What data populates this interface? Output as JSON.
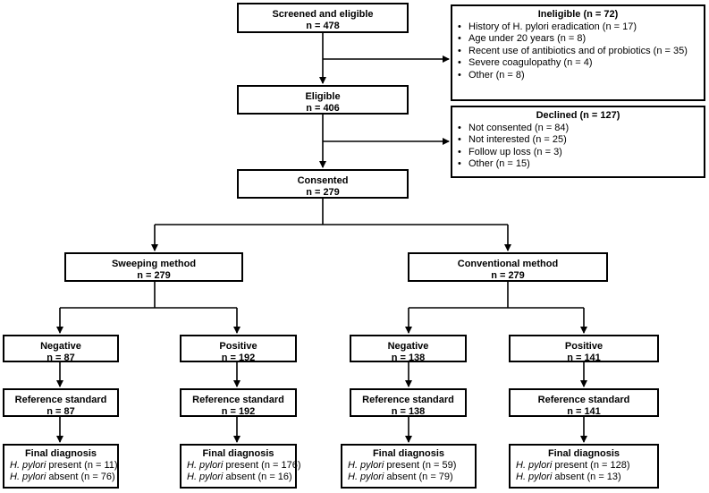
{
  "screened": {
    "title": "Screened and eligible",
    "n": "n = 478"
  },
  "ineligible": {
    "title": "Ineligible (n = 72)",
    "items": [
      "History of H. pylori eradication (n = 17)",
      "Age under 20 years (n = 8)",
      "Recent use of antibiotics and of probiotics (n = 35)",
      "Severe coagulopathy (n = 4)",
      "Other (n = 8)"
    ]
  },
  "eligible": {
    "title": "Eligible",
    "n": "n = 406"
  },
  "declined": {
    "title": "Declined (n = 127)",
    "items": [
      "Not consented (n = 84)",
      "Not interested (n = 25)",
      "Follow up loss (n = 3)",
      "Other (n = 15)"
    ]
  },
  "consented": {
    "title": "Consented",
    "n": "n = 279"
  },
  "sweeping": {
    "title": "Sweeping method",
    "n": "n = 279",
    "negative": {
      "title": "Negative",
      "n": "n = 87",
      "ref_title": "Reference standard",
      "ref_n": "n = 87",
      "final_title": "Final diagnosis",
      "org": "H. pylori",
      "present": "present (n = 11)",
      "absent": "absent (n = 76)"
    },
    "positive": {
      "title": "Positive",
      "n": "n = 192",
      "ref_title": "Reference standard",
      "ref_n": "n = 192",
      "final_title": "Final diagnosis",
      "org": "H. pylori",
      "present": "present (n = 176)",
      "absent": "absent (n = 16)"
    }
  },
  "conventional": {
    "title": "Conventional method",
    "n": "n = 279",
    "negative": {
      "title": "Negative",
      "n": "n = 138",
      "ref_title": "Reference standard",
      "ref_n": "n = 138",
      "final_title": "Final diagnosis",
      "org": "H. pylori",
      "present": "present (n = 59)",
      "absent": "absent (n = 79)"
    },
    "positive": {
      "title": "Positive",
      "n": "n = 141",
      "ref_title": "Reference standard",
      "ref_n": "n = 141",
      "final_title": "Final diagnosis",
      "org": "H. pylori",
      "present": "present (n = 128)",
      "absent": "absent (n = 13)"
    }
  }
}
